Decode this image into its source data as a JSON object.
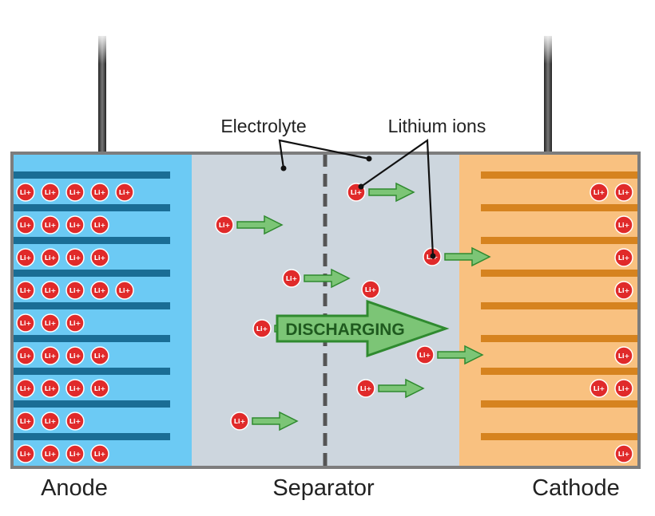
{
  "labels": {
    "electrolyte": "Electrolyte",
    "lithium_ions": "Lithium ions",
    "anode": "Anode",
    "separator": "Separator",
    "cathode": "Cathode",
    "direction": "DISCHARGING"
  },
  "ion_label": "Li+",
  "colors": {
    "anode_fill": "#6ccaf4",
    "anode_layer": "#1a6d95",
    "electrolyte_fill": "#cdd6de",
    "cathode_fill": "#f9c180",
    "cathode_layer": "#d6831f",
    "ion_fill": "#e02a2a",
    "arrow_fill": "#7cc576",
    "arrow_stroke": "#2f8a2f",
    "frame": "#7d7d7d",
    "terminal": "#333333"
  },
  "anode_ion_counts": [
    5,
    4,
    4,
    5,
    3,
    4,
    4,
    3,
    4
  ],
  "cathode_ion_counts": [
    2,
    1,
    1,
    1,
    0,
    1,
    2,
    0,
    1
  ],
  "electrolyte_ions": [
    {
      "arrow": true
    },
    {
      "arrow": true
    },
    {
      "arrow": true
    },
    {
      "arrow": true
    },
    {
      "arrow": false
    },
    {
      "arrow": true
    },
    {
      "arrow": true
    },
    {
      "arrow": true
    },
    {
      "arrow": true
    }
  ]
}
